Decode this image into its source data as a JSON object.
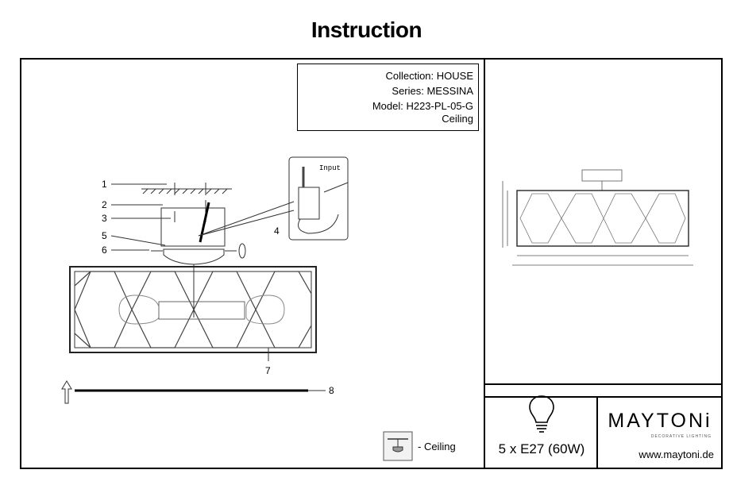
{
  "header": {
    "title": "Instruction"
  },
  "info": {
    "collection": "Collection: HOUSE",
    "series": "Series: MESSINA",
    "model": "Model: H223-PL-05-G",
    "type": "Ceiling"
  },
  "diagram": {
    "callouts": [
      "1",
      "2",
      "3",
      "5",
      "6",
      "4",
      "7",
      "8"
    ],
    "input_label": "Input"
  },
  "mounting": {
    "label": "- Ceiling"
  },
  "spec": {
    "bulbs": "5 x E27 (60W)"
  },
  "brand": {
    "name": "MAYTONi",
    "tagline": "DECORATIVE LIGHTING",
    "website": "www.maytoni.de"
  }
}
